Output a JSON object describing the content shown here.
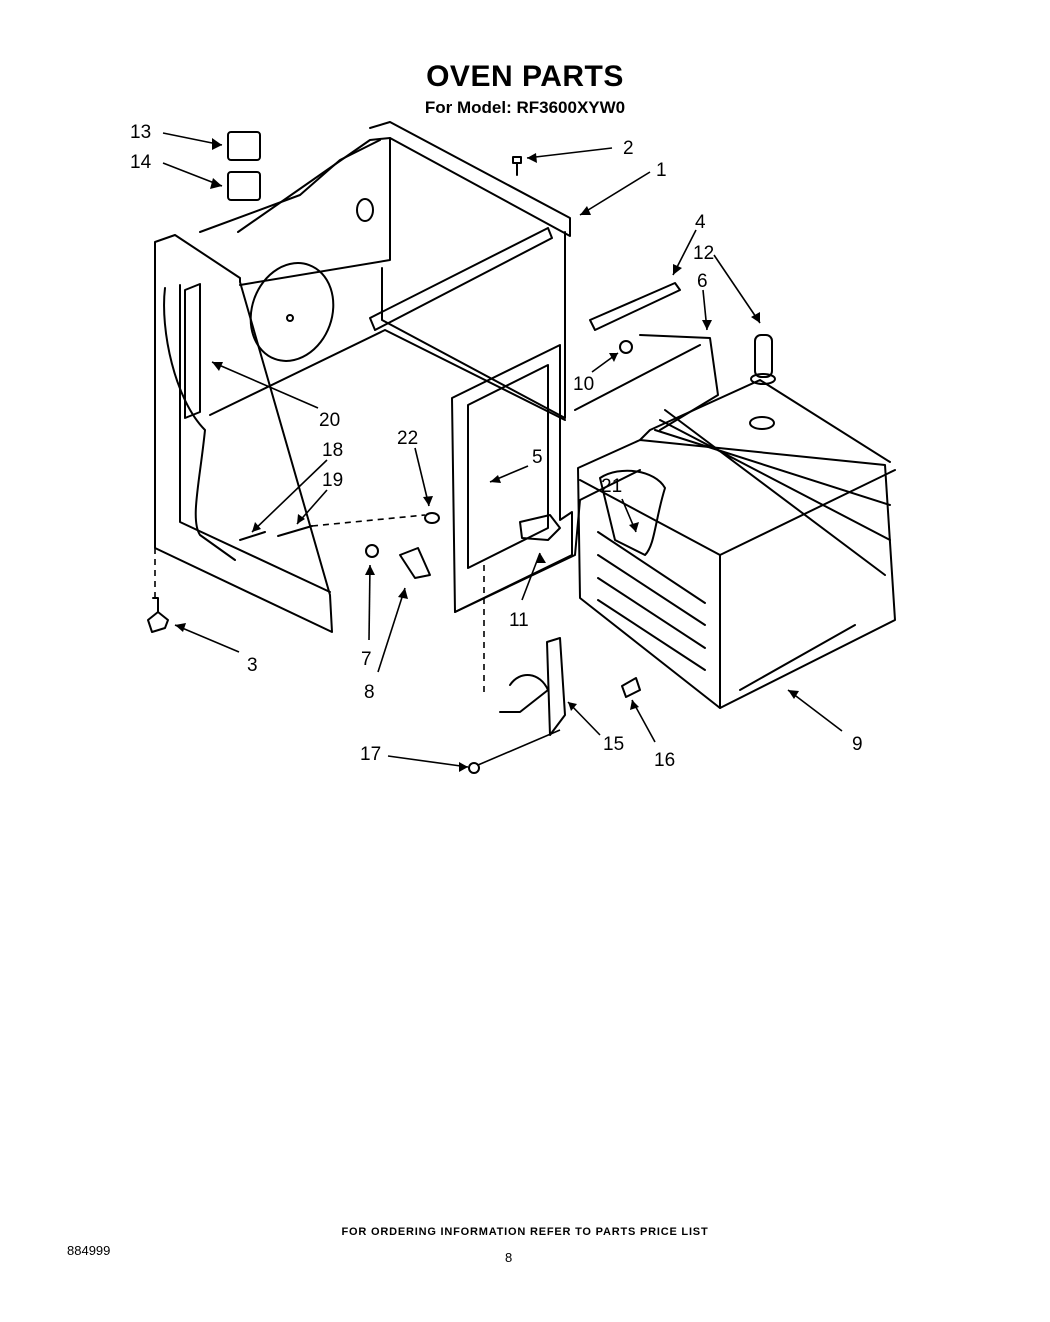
{
  "header": {
    "title": "OVEN PARTS",
    "subtitle": "For Model: RF3600XYW0"
  },
  "callouts": [
    "13",
    "14",
    "2",
    "1",
    "4",
    "12",
    "6",
    "10",
    "20",
    "18",
    "19",
    "22",
    "5",
    "21",
    "11",
    "3",
    "7",
    "8",
    "15",
    "16",
    "17",
    "9"
  ],
  "footer": {
    "ordering_note": "FOR ORDERING INFORMATION REFER TO PARTS PRICE LIST",
    "document_number": "884999",
    "page_number": "8"
  }
}
